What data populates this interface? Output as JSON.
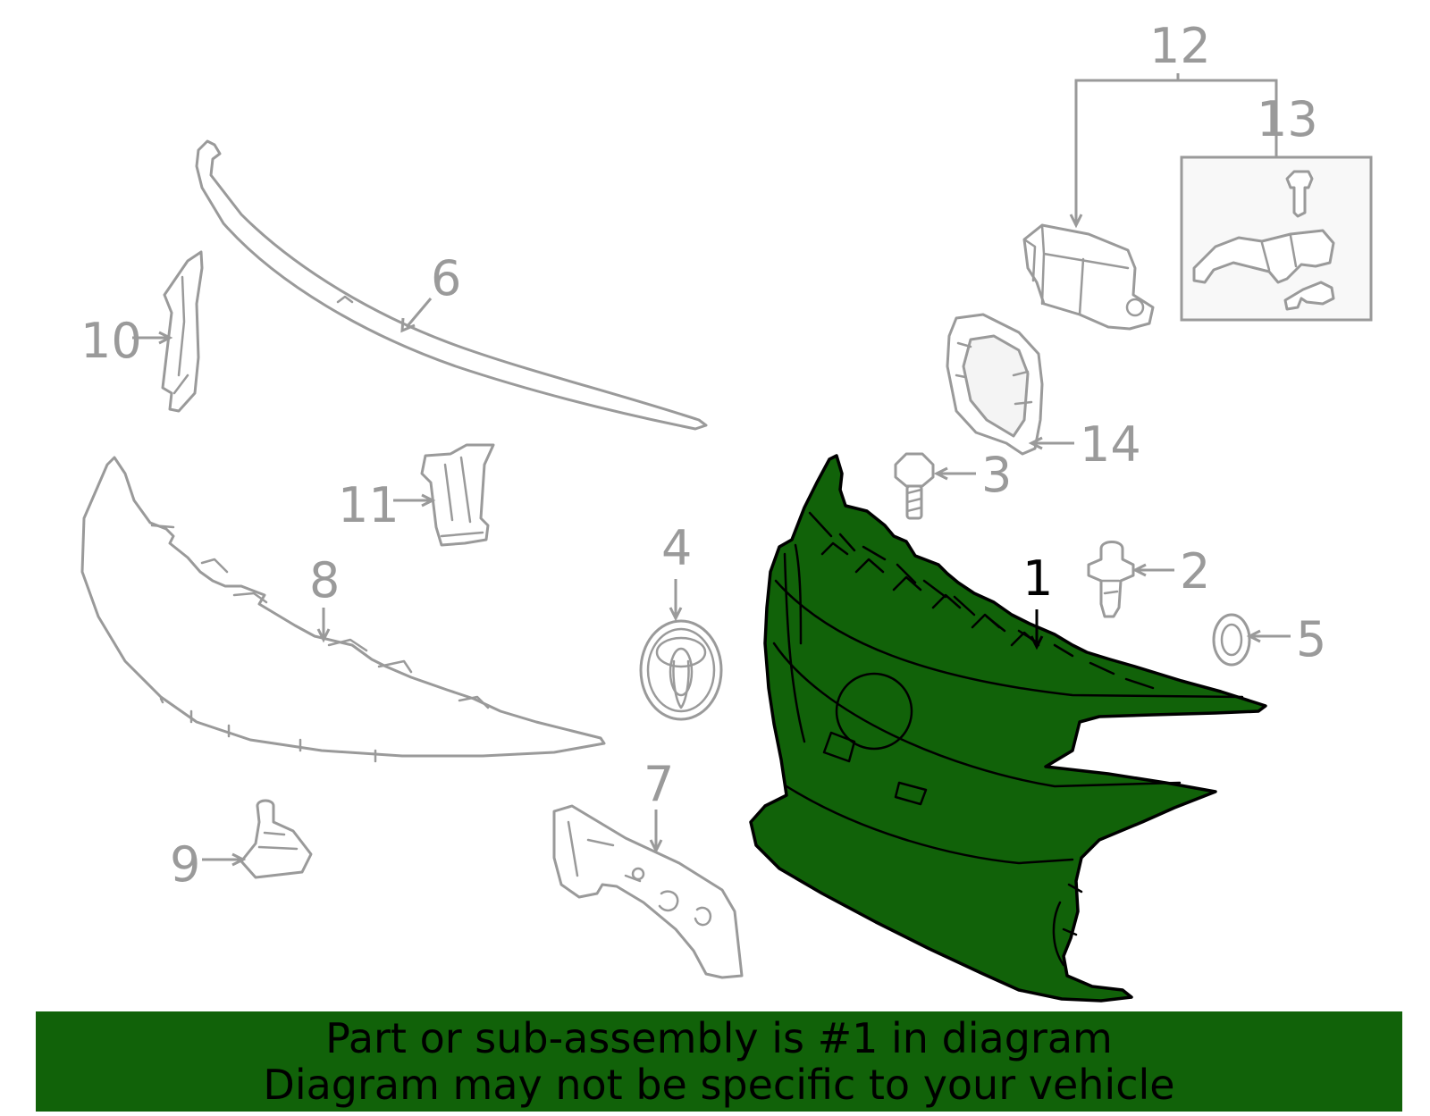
{
  "colors": {
    "highlight": "#116209",
    "line": "#9a9a9a",
    "banner": "#116209",
    "main_callout": "#000000"
  },
  "callouts": {
    "c1": "1",
    "c2": "2",
    "c3": "3",
    "c4": "4",
    "c5": "5",
    "c6": "6",
    "c7": "7",
    "c8": "8",
    "c9": "9",
    "c10": "10",
    "c11": "11",
    "c12": "12",
    "c13": "13",
    "c14": "14"
  },
  "banner": {
    "line1": "Part or sub-assembly is #1 in diagram",
    "line2": "Diagram may not be specific to your vehicle"
  }
}
